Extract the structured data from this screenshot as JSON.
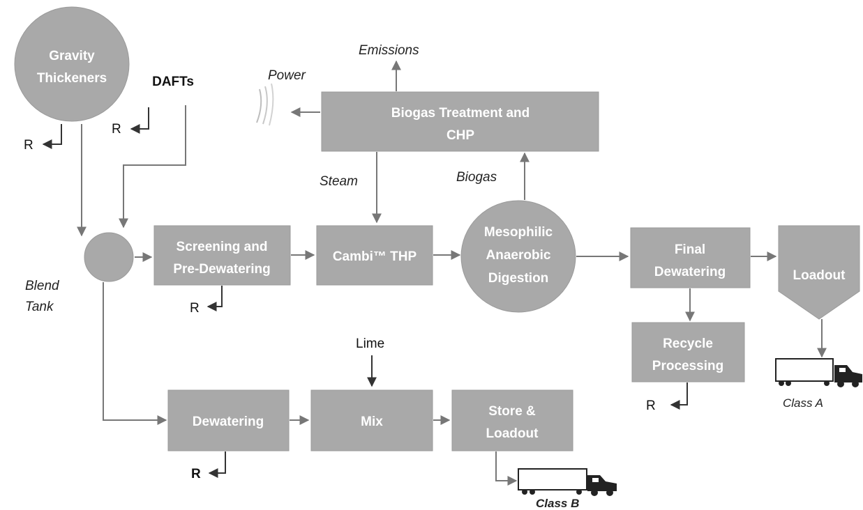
{
  "nodes": {
    "gravity_thickeners": [
      "Gravity",
      "Thickeners"
    ],
    "dafts": "DAFTs",
    "blend_tank": [
      "Blend",
      "Tank"
    ],
    "screening": [
      "Screening and",
      "Pre-Dewatering"
    ],
    "cambi": "Cambi™ THP",
    "digestion": [
      "Mesophilic",
      "Anaerobic",
      "Digestion"
    ],
    "biogas_treatment": [
      "Biogas Treatment and",
      "CHP"
    ],
    "final_dewatering": [
      "Final",
      "Dewatering"
    ],
    "loadout": "Loadout",
    "recycle": [
      "Recycle",
      "Processing"
    ],
    "dewatering": "Dewatering",
    "mix": "Mix",
    "store_loadout": [
      "Store &",
      "Loadout"
    ]
  },
  "labels": {
    "power": "Power",
    "emissions": "Emissions",
    "steam": "Steam",
    "biogas": "Biogas",
    "lime": "Lime",
    "recycle_return": "R",
    "class_a": "Class A",
    "class_b": "Class B"
  },
  "colors": {
    "box_fill": "#a9a9a9",
    "box_text": "#ffffff",
    "arrow": "#777777"
  }
}
